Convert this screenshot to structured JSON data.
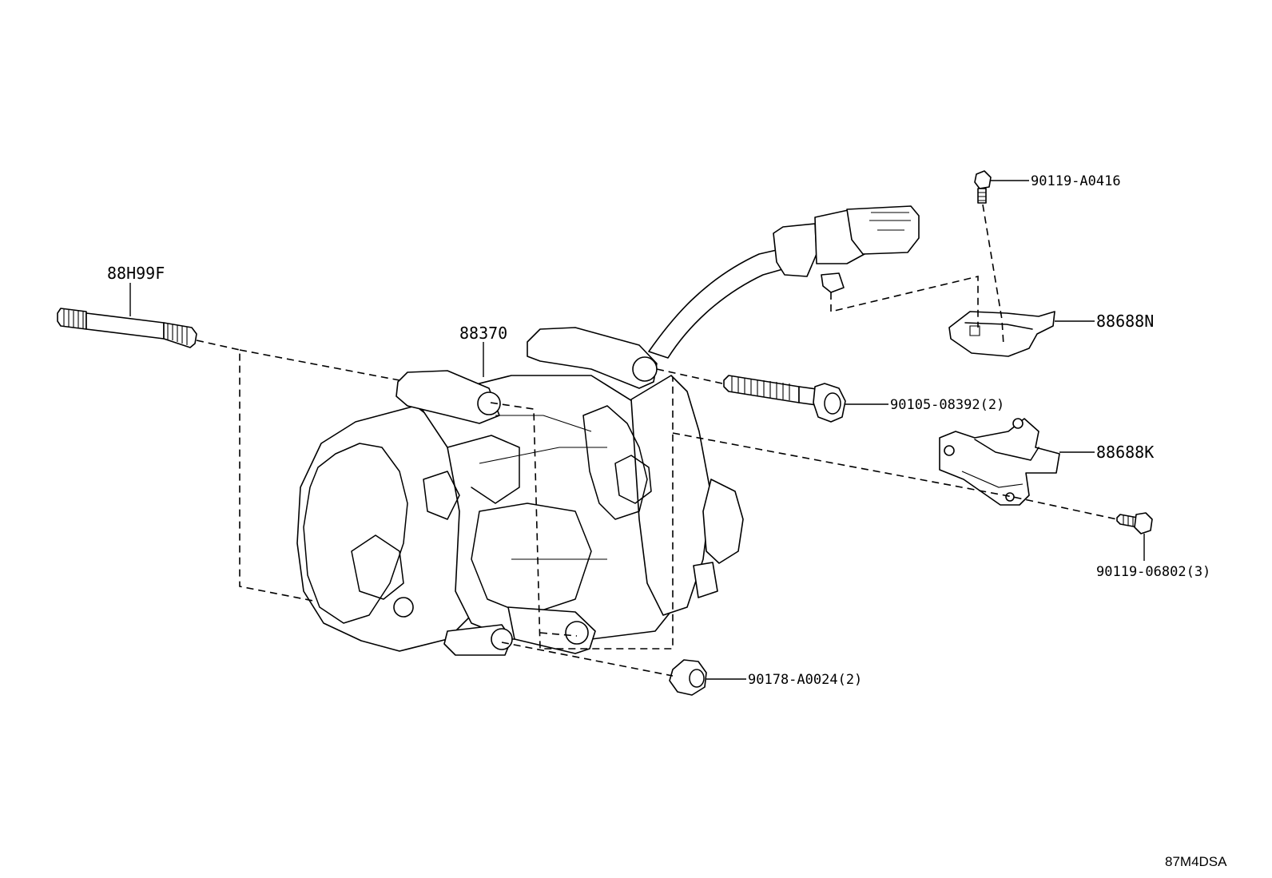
{
  "diagram_code": "87M4DSA",
  "callouts": {
    "stud_bolt": "88H99F",
    "compressor": "88370",
    "top_bolt": "90119-A0416",
    "upper_bracket": "88688N",
    "long_bolt": "90105-08392(2)",
    "lower_bracket": "88688K",
    "small_bolt": "90119-06802(3)",
    "nut": "90178-A0024(2)"
  }
}
